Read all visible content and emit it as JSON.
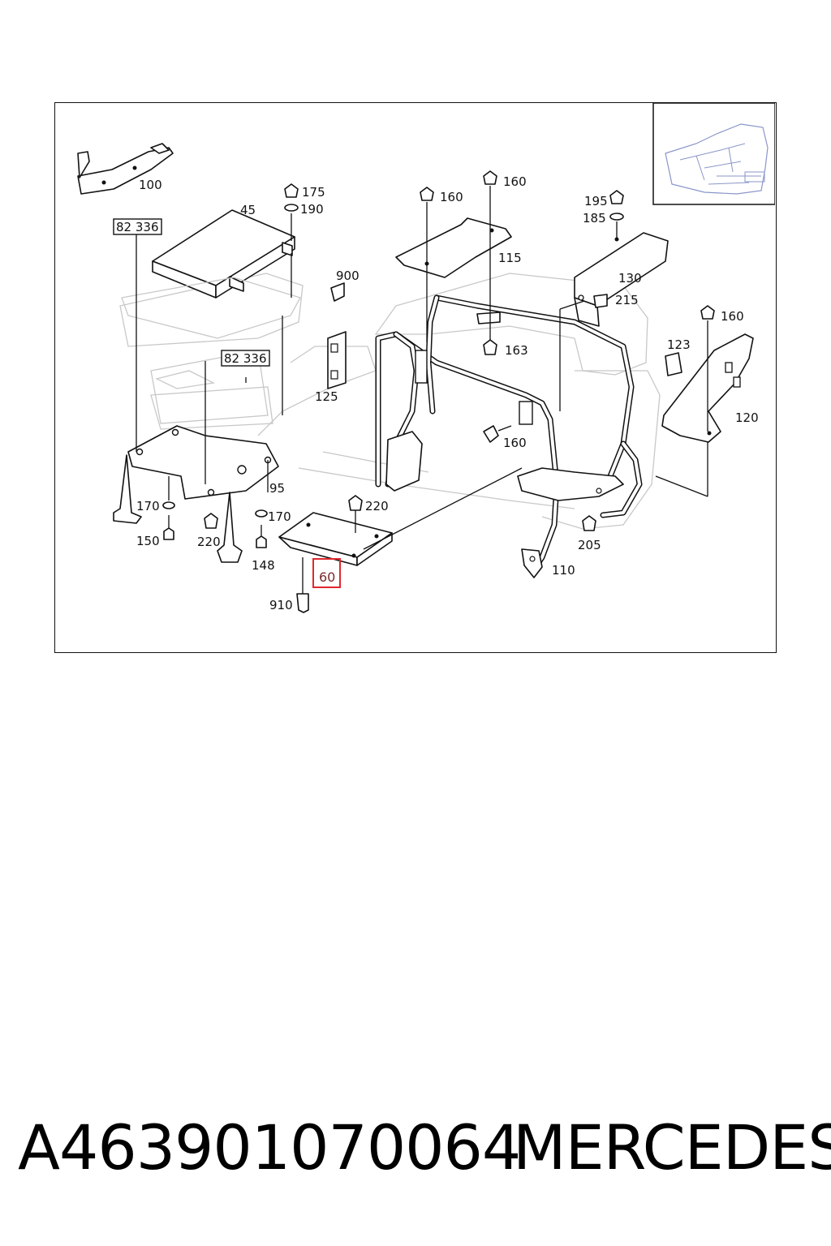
{
  "diagram": {
    "callouts": {
      "c100": "100",
      "c45": "45",
      "c175": "175",
      "c190": "190",
      "c160a": "160",
      "c160b": "160",
      "c195": "195",
      "c185": "185",
      "c900": "900",
      "c115": "115",
      "c130": "130",
      "c215": "215",
      "c160c": "160",
      "c123": "123",
      "c163": "163",
      "c125": "125",
      "c120": "120",
      "c160d": "160",
      "c95": "95",
      "c170a": "170",
      "c170b": "170",
      "c220a": "220",
      "c220b": "220",
      "c150": "150",
      "c148": "148",
      "c205": "205",
      "c110": "110",
      "c910": "910"
    },
    "boxed_refs": {
      "ref1": "82 336",
      "ref2": "82 336"
    },
    "highlighted_part": "60",
    "highlight_color": "#e0282e"
  },
  "footer": {
    "part_number": "A463901070064",
    "brand": "MERCEDES"
  }
}
